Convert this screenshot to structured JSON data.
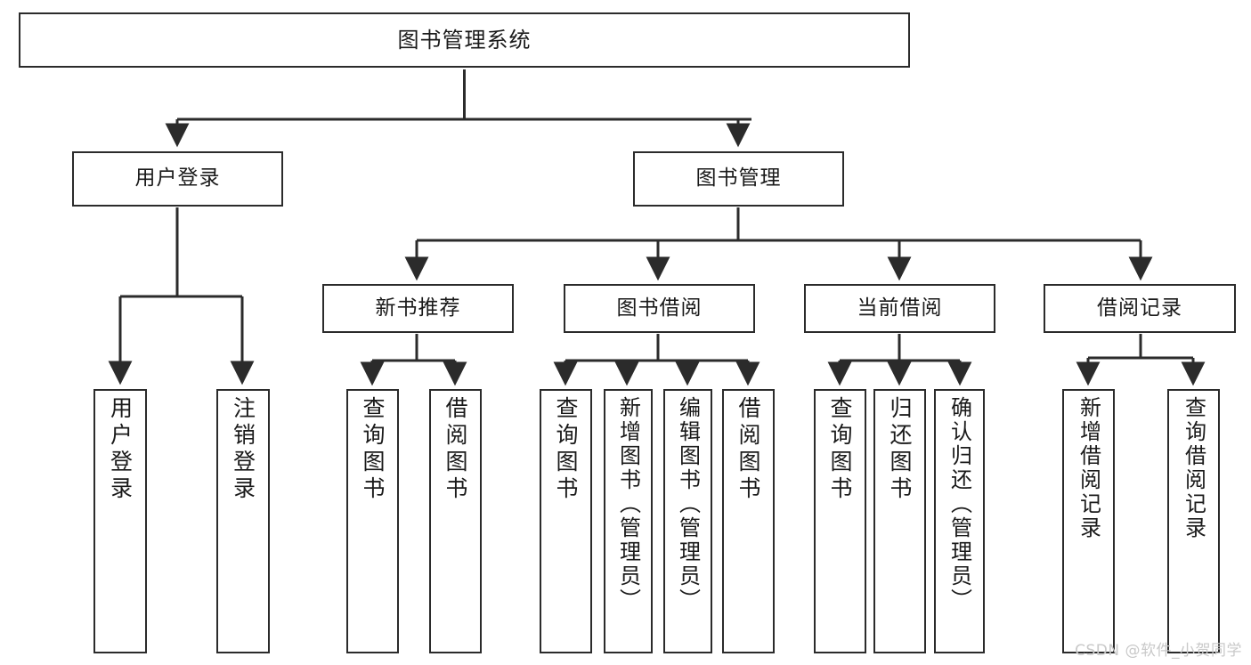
{
  "diagram": {
    "title": "图书管理系统",
    "type": "tree-hierarchy",
    "watermark": "CSDN @软件_小贺同学",
    "nodes": {
      "root": {
        "label": "图书管理系统"
      },
      "level2": [
        {
          "id": "user-login",
          "label": "用户登录"
        },
        {
          "id": "book-manage",
          "label": "图书管理"
        }
      ],
      "level3": [
        {
          "id": "new-book-rec",
          "label": "新书推荐"
        },
        {
          "id": "book-borrow",
          "label": "图书借阅"
        },
        {
          "id": "current-borrow",
          "label": "当前借阅"
        },
        {
          "id": "borrow-record",
          "label": "借阅记录"
        }
      ],
      "leaves": {
        "user-login": [
          {
            "id": "leaf-user-login",
            "label": "用户登录"
          },
          {
            "id": "leaf-logout",
            "label": "注销登录"
          }
        ],
        "new-book-rec": [
          {
            "id": "leaf-query-book-1",
            "label": "查询图书"
          },
          {
            "id": "leaf-borrow-book-1",
            "label": "借阅图书"
          }
        ],
        "book-borrow": [
          {
            "id": "leaf-query-book-2",
            "label": "查询图书"
          },
          {
            "id": "leaf-add-book",
            "label": "新增图书（管理员）"
          },
          {
            "id": "leaf-edit-book",
            "label": "编辑图书（管理员）"
          },
          {
            "id": "leaf-borrow-book-2",
            "label": "借阅图书"
          }
        ],
        "current-borrow": [
          {
            "id": "leaf-query-book-3",
            "label": "查询图书"
          },
          {
            "id": "leaf-return-book",
            "label": "归还图书"
          },
          {
            "id": "leaf-confirm-return",
            "label": "确认归还（管理员）"
          }
        ],
        "borrow-record": [
          {
            "id": "leaf-add-record",
            "label": "新增借阅记录"
          },
          {
            "id": "leaf-query-record",
            "label": "查询借阅记录"
          }
        ]
      }
    },
    "colors": {
      "stroke": "#2b2b2b",
      "fill": "#ffffff",
      "text": "#1a1a1a",
      "watermark": "#c9c9c9"
    }
  }
}
